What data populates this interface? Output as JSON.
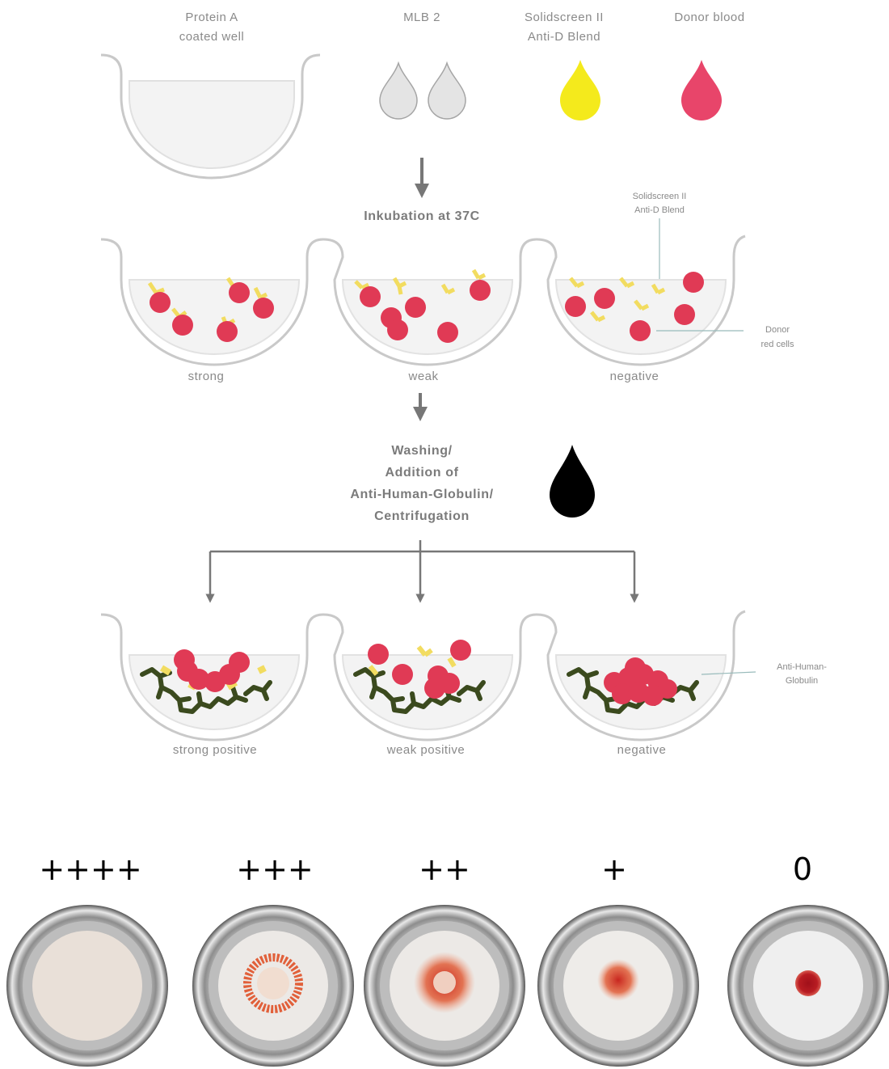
{
  "reagents": {
    "well_label": [
      "Protein A",
      "coated well"
    ],
    "mlb_label": "MLB 2",
    "solidscreen_label": [
      "Solidscreen II",
      "Anti-D Blend"
    ],
    "donor_label": "Donor blood"
  },
  "step1": {
    "label": "Inkubation at 37C"
  },
  "callouts": {
    "solidscreen": [
      "Solidscreen II",
      "Anti-D Blend"
    ],
    "donor_cells": [
      "Donor",
      "red cells"
    ],
    "ahg": [
      "Anti-Human-",
      "Globulin"
    ]
  },
  "incubation_wells": [
    "strong",
    "weak",
    "negative"
  ],
  "step2": {
    "lines": [
      "Washing/",
      "Addition of",
      "Anti-Human-Globulin/",
      "Centrifugation"
    ]
  },
  "result_wells": [
    "strong positive",
    "weak positive",
    "negative"
  ],
  "grades": [
    "++++",
    "+++",
    "++",
    "+",
    "0"
  ],
  "colors": {
    "mlb_drop": "#e4e4e4",
    "antid_drop": "#f4ea1c",
    "donor_drop": "#e8456a",
    "red_cell": "#e03a55",
    "antibody": "#f2dc60",
    "ahg": "#3b4a1e",
    "arrow": "#777777"
  }
}
